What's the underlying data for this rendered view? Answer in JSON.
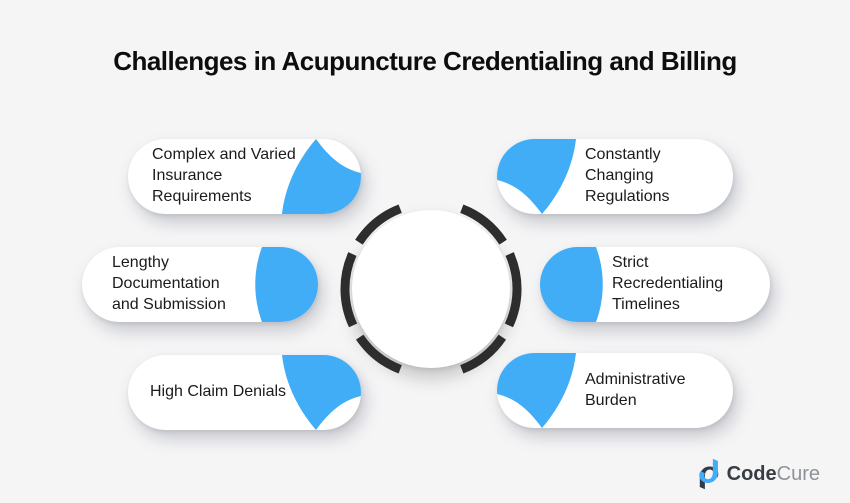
{
  "title": "Challenges in Acupuncture Credentialing and Billing",
  "pills": [
    {
      "id": 1,
      "side": "left",
      "label": "Complex and Varied\nInsurance\nRequirements"
    },
    {
      "id": 2,
      "side": "left",
      "label": "Lengthy\nDocumentation\nand Submission"
    },
    {
      "id": 3,
      "side": "left",
      "label": "High Claim Denials"
    },
    {
      "id": 4,
      "side": "right",
      "label": "Constantly\nChanging\nRegulations"
    },
    {
      "id": 5,
      "side": "right",
      "label": "Strict\nRecredentialing\nTimelines"
    },
    {
      "id": 6,
      "side": "right",
      "label": "Administrative\nBurden"
    }
  ],
  "hub": {
    "shape": "segmented-ring-circle",
    "segments": 6
  },
  "logo": {
    "name_bold": "Code",
    "name_light": "Cure"
  },
  "colors": {
    "background": "#f5f5f6",
    "accent_blue": "#41adf7",
    "ring_dark": "#2d2d2d",
    "title_text": "#0d0d0d",
    "pill_text": "#1b1b1b",
    "logo_dark": "#383d44",
    "logo_gray": "#8e9297"
  }
}
